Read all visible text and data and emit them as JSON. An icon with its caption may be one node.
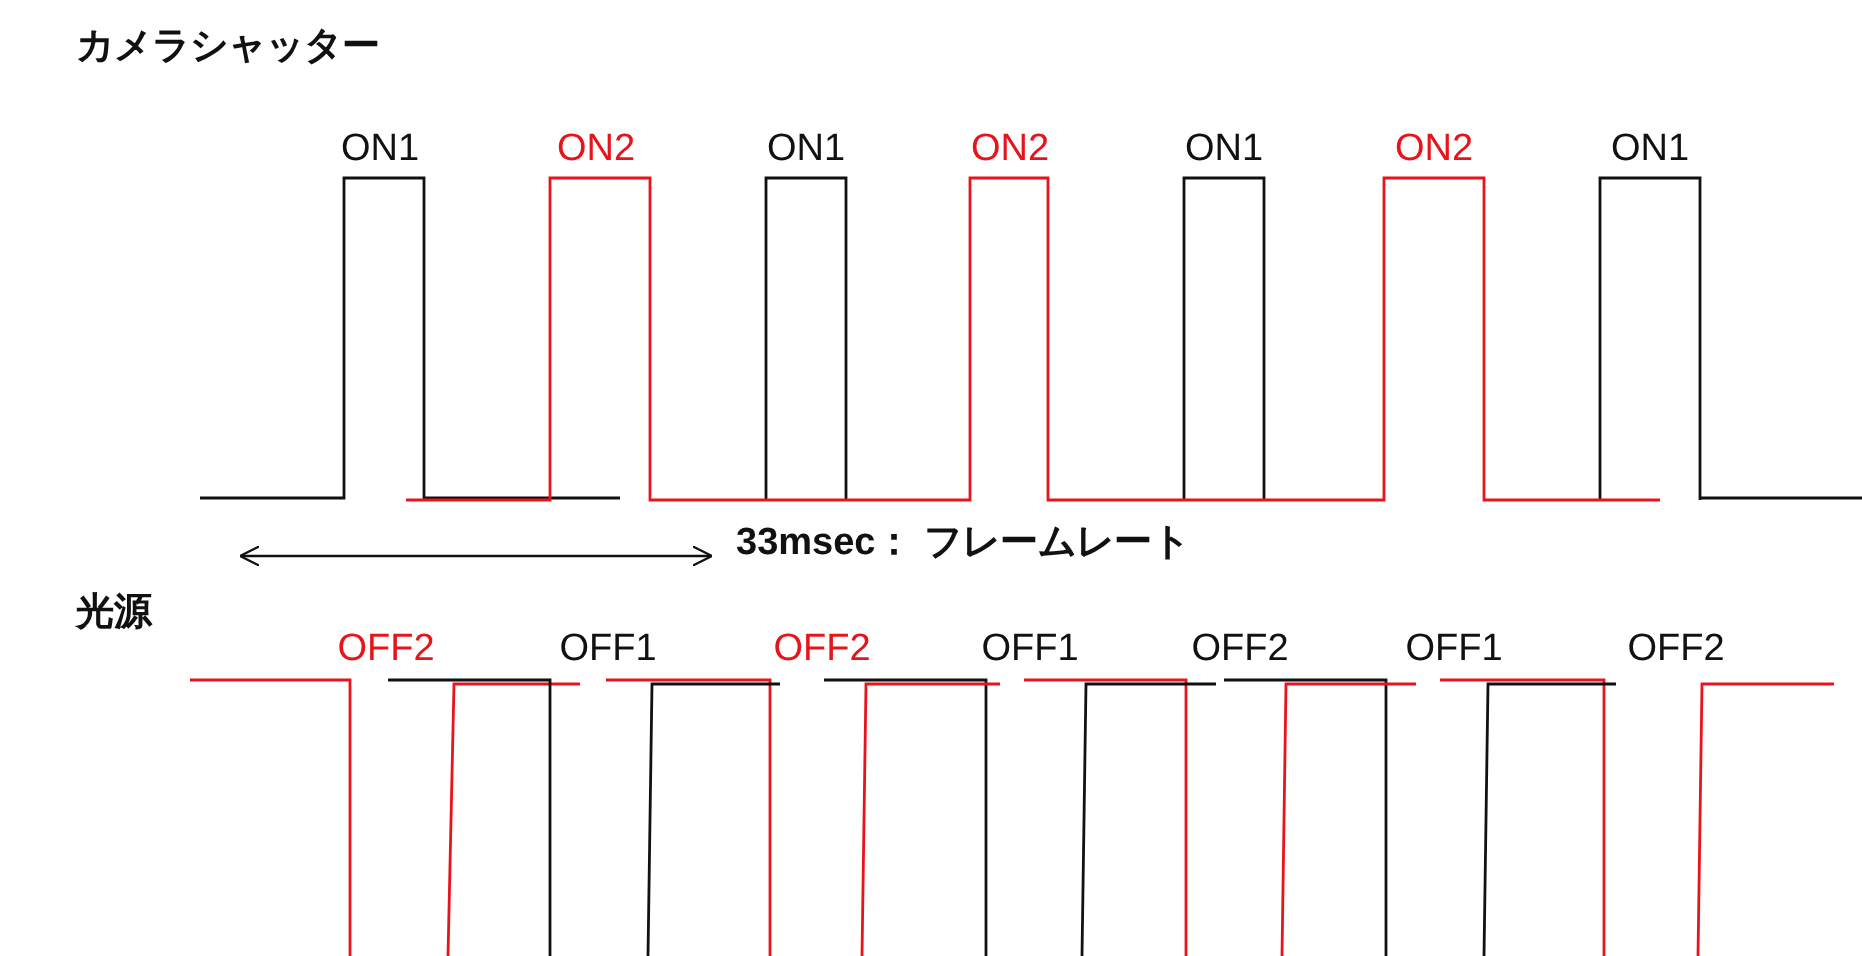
{
  "diagram": {
    "labels": [
      "カメラシャッター",
      "ON1",
      "ON2",
      "ON1",
      "ON2",
      "ON1",
      "ON2",
      "ON1",
      "33msec： フレームレート",
      "光源",
      "OFF2",
      "OFF1",
      "OFF2",
      "OFF1",
      "OFF2",
      "OFF1",
      "OFF2"
    ]
  }
}
